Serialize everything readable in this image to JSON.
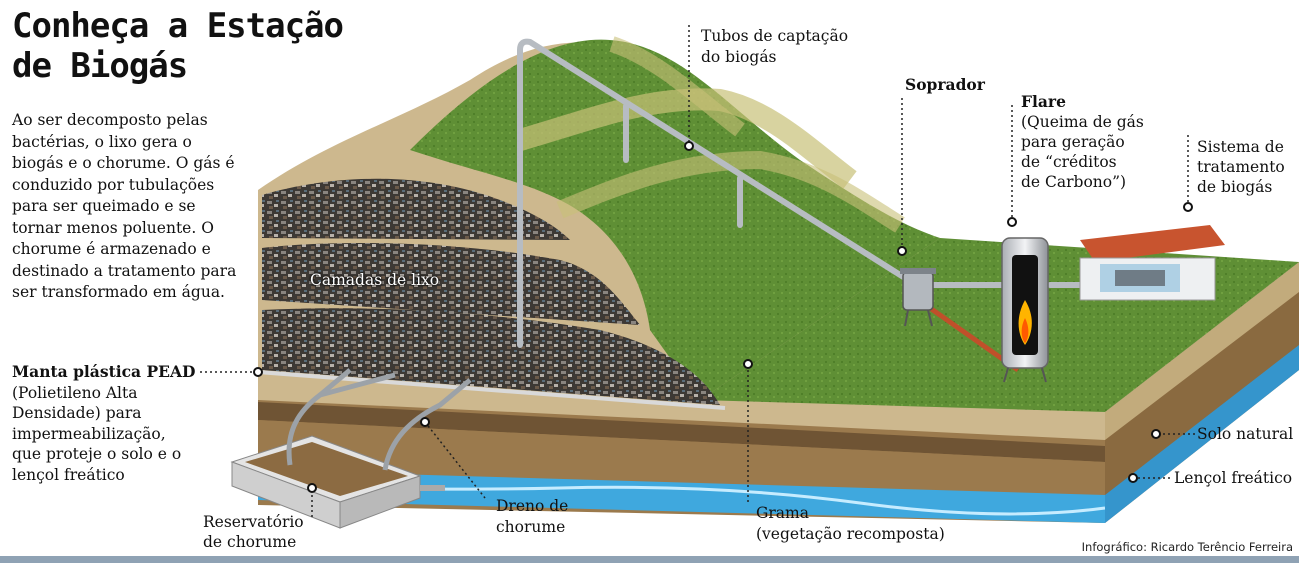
{
  "title": {
    "line1": "Conheça a Estação",
    "line2": "de Biogás"
  },
  "intro": {
    "lines": [
      "Ao ser decomposto pelas",
      "bactérias, o lixo gera o",
      "biogás e o chorume. O gás é",
      "conduzido por tubulações",
      "para ser queimado e se",
      "tornar menos poluente. O",
      "chorume é armazenado e",
      "destinado a tratamento para",
      "ser transformado em água."
    ]
  },
  "labels": {
    "tubos": {
      "line1": "Tubos de captação",
      "line2": "do biogás"
    },
    "soprador": "Soprador",
    "flare": {
      "heading": "Flare",
      "lines": [
        "(Queima de gás",
        "para geração",
        "de “créditos",
        "de Carbono”)"
      ]
    },
    "sistema": {
      "lines": [
        "Sistema de",
        "tratamento",
        "de biogás"
      ]
    },
    "camadas": "Camadas de lixo",
    "manta": {
      "heading": "Manta plástica PEAD",
      "lines": [
        "(Polietileno Alta",
        "Densidade) para",
        "impermeabilização,",
        "que proteje o solo e o",
        "lençol freático"
      ]
    },
    "reservatorio": {
      "lines": [
        "Reservatório",
        "de chorume"
      ]
    },
    "dreno": {
      "lines": [
        "Dreno de",
        "chorume"
      ]
    },
    "grama": {
      "lines": [
        "Grama",
        "(vegetação recomposta)"
      ]
    },
    "solo": "Solo natural",
    "lencol": "Lençol freático"
  },
  "credit": "Infográfico: Ricardo Terêncio Ferreira",
  "colors": {
    "grass": "#5f8f35",
    "grass_dark": "#3f6e22",
    "sand": "#cdb88e",
    "soil": "#9b7a4d",
    "water": "#3fa8de",
    "trash": "#4a4540",
    "roof": "#c8542f",
    "bar": "#8fa2b4"
  }
}
